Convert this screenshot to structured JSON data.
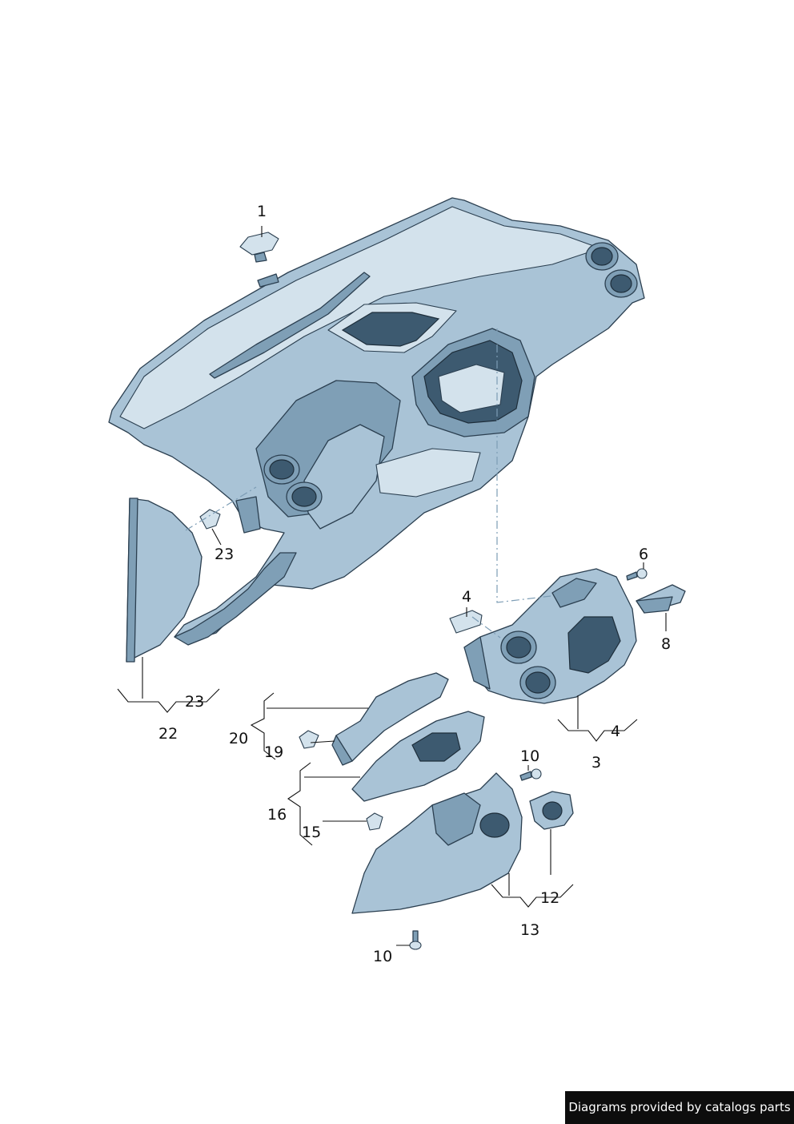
{
  "callouts": {
    "c1": "1",
    "c23a": "23",
    "c23b": "23",
    "c22": "22",
    "c20": "20",
    "c19": "19",
    "c16": "16",
    "c15": "15",
    "c4a": "4",
    "c6": "6",
    "c8": "8",
    "c4b": "4",
    "c3": "3",
    "c10a": "10",
    "c12": "12",
    "c13": "13",
    "c10b": "10"
  },
  "footer": {
    "text": "Diagrams provided by catalogs parts"
  },
  "colors": {
    "part": "#a9c3d6",
    "outline": "#2b3f50",
    "footer_bg": "#0d0d0d"
  }
}
